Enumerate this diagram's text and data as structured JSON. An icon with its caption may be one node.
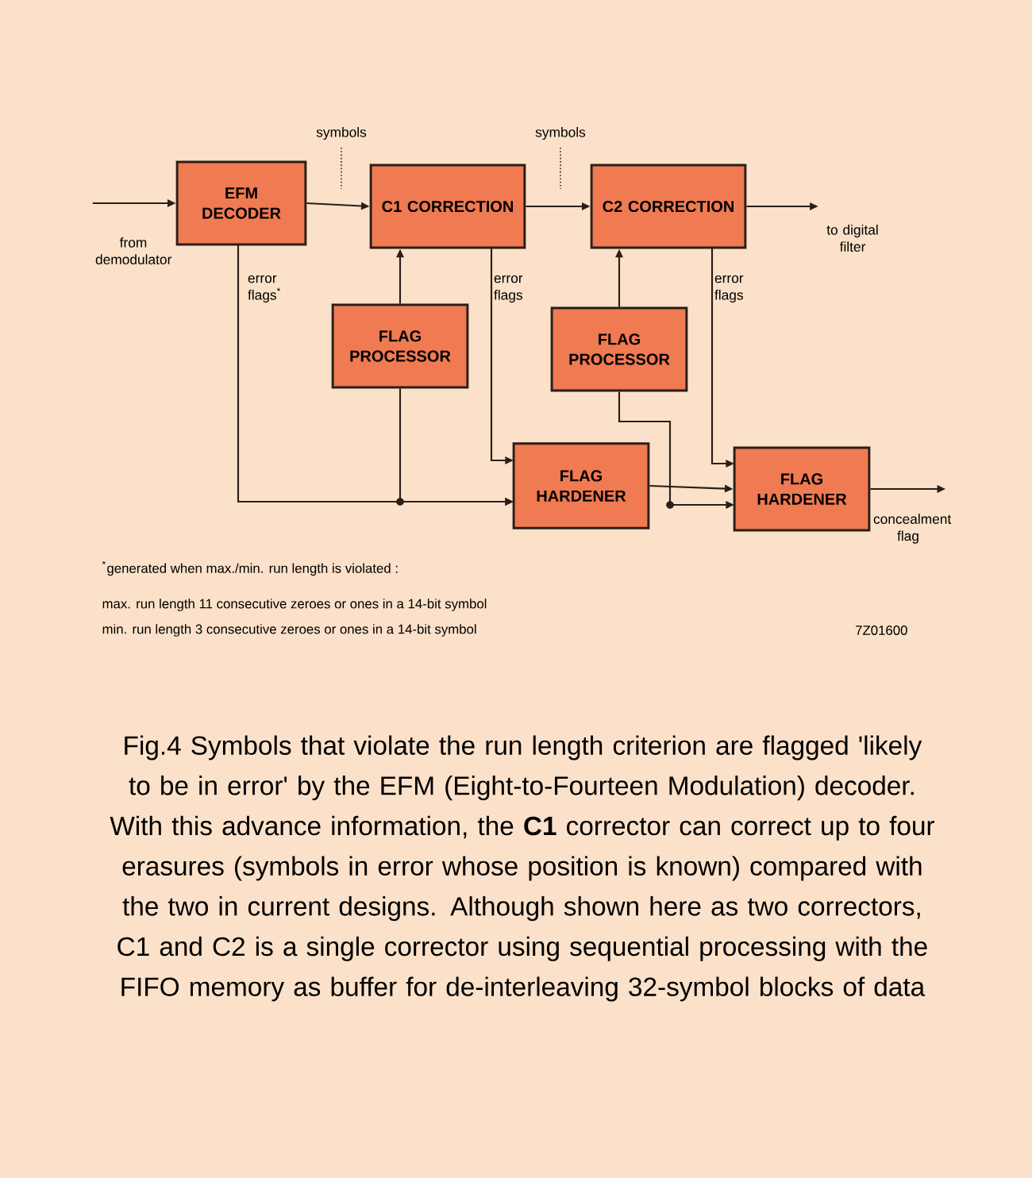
{
  "diagram": {
    "caption": "Fig.4 Symbols that violate the run length criterion are flagged 'likely to be in error' by the EFM (Eight-to-Fourteen Modulation) decoder. With this advance information, the **C1** corrector can correct up to four erasures (symbols in error whose position is known) compared with the two in current designs. Although shown here as two correctors, C1 and C2 is a single corrector using sequential processing with the FIFO memory as buffer for de-interleaving 32-symbol blocks of data",
    "nodes": [
      {
        "text": [
          "EFM DECODER"
        ]
      },
      {
        "text": [
          "C1 CORRECTION"
        ]
      },
      {
        "text": [
          "C2 CORRECTION"
        ]
      },
      {
        "text": [
          "FLAG PROCESSOR"
        ]
      },
      {
        "text": [
          "FLAG PROCESSOR"
        ]
      },
      {
        "text": [
          "FLAG HARDENER"
        ]
      },
      {
        "text": [
          "FLAG HARDENER"
        ]
      },
      {
        "text": [
          "from demodulator"
        ]
      },
      {
        "text": [
          "to digital filter"
        ]
      },
      {
        "text": [
          "concealment flag"
        ]
      }
    ],
    "edges": [
      {
        "from": 7,
        "to": 0,
        "arrow": "to"
      },
      {
        "from": 0,
        "to": 1,
        "arrow": "to",
        "label": "symbols"
      },
      {
        "from": 1,
        "to": 2,
        "arrow": "to",
        "label": "symbols"
      },
      {
        "from": 2,
        "to": 8,
        "arrow": "to"
      },
      {
        "from": 0,
        "to": 5,
        "arrow": "to",
        "label": "error flags$^{*}$"
      },
      {
        "from": 3,
        "to": 1,
        "arrow": "to"
      },
      {
        "from": 3,
        "to": 5,
        "arrow": "to"
      },
      {
        "from": 1,
        "to": 5,
        "arrow": "to",
        "label": "error flags"
      },
      {
        "from": 4,
        "to": 2,
        "arrow": "to"
      },
      {
        "from": 4,
        "to": 6,
        "arrow": "to"
      },
      {
        "from": 5,
        "to": 6,
        "arrow": "to"
      },
      {
        "from": 2,
        "to": 6,
        "arrow": "to",
        "label": "error flags"
      },
      {
        "from": 6,
        "to": 9,
        "arrow": "to"
      }
    ],
    "labels": [
      "$^{*}$generated when max./min. run length is violated :",
      "max. run length 11 consecutive zeroes or ones in a 14-bit symbol",
      "min. run length 3 consecutive zeroes or ones in a 14-bit symbol",
      "7Z01600"
    ]
  }
}
